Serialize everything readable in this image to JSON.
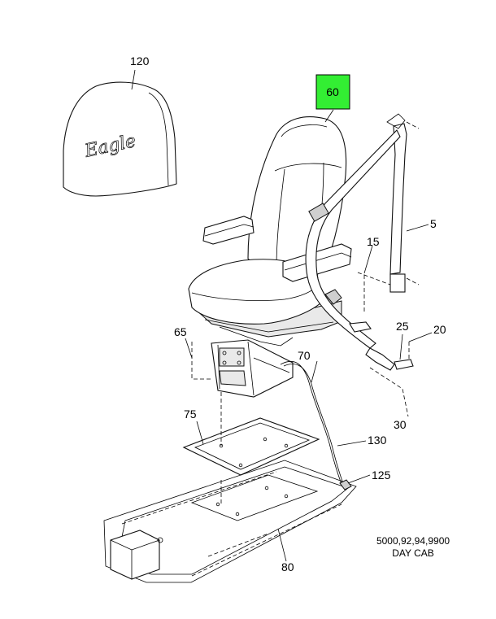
{
  "headrest_logo": "Eagle",
  "callouts": {
    "c120": "120",
    "c60": "60",
    "c5": "5",
    "c15": "15",
    "c65": "65",
    "c70": "70",
    "c25": "25",
    "c20": "20",
    "c30": "30",
    "c75": "75",
    "c130": "130",
    "c125": "125",
    "c80": "80"
  },
  "highlight": {
    "callout": "60",
    "color": "#33ee33"
  },
  "caption": {
    "line1": "5000,92,94,9900",
    "line2": "DAY CAB"
  }
}
